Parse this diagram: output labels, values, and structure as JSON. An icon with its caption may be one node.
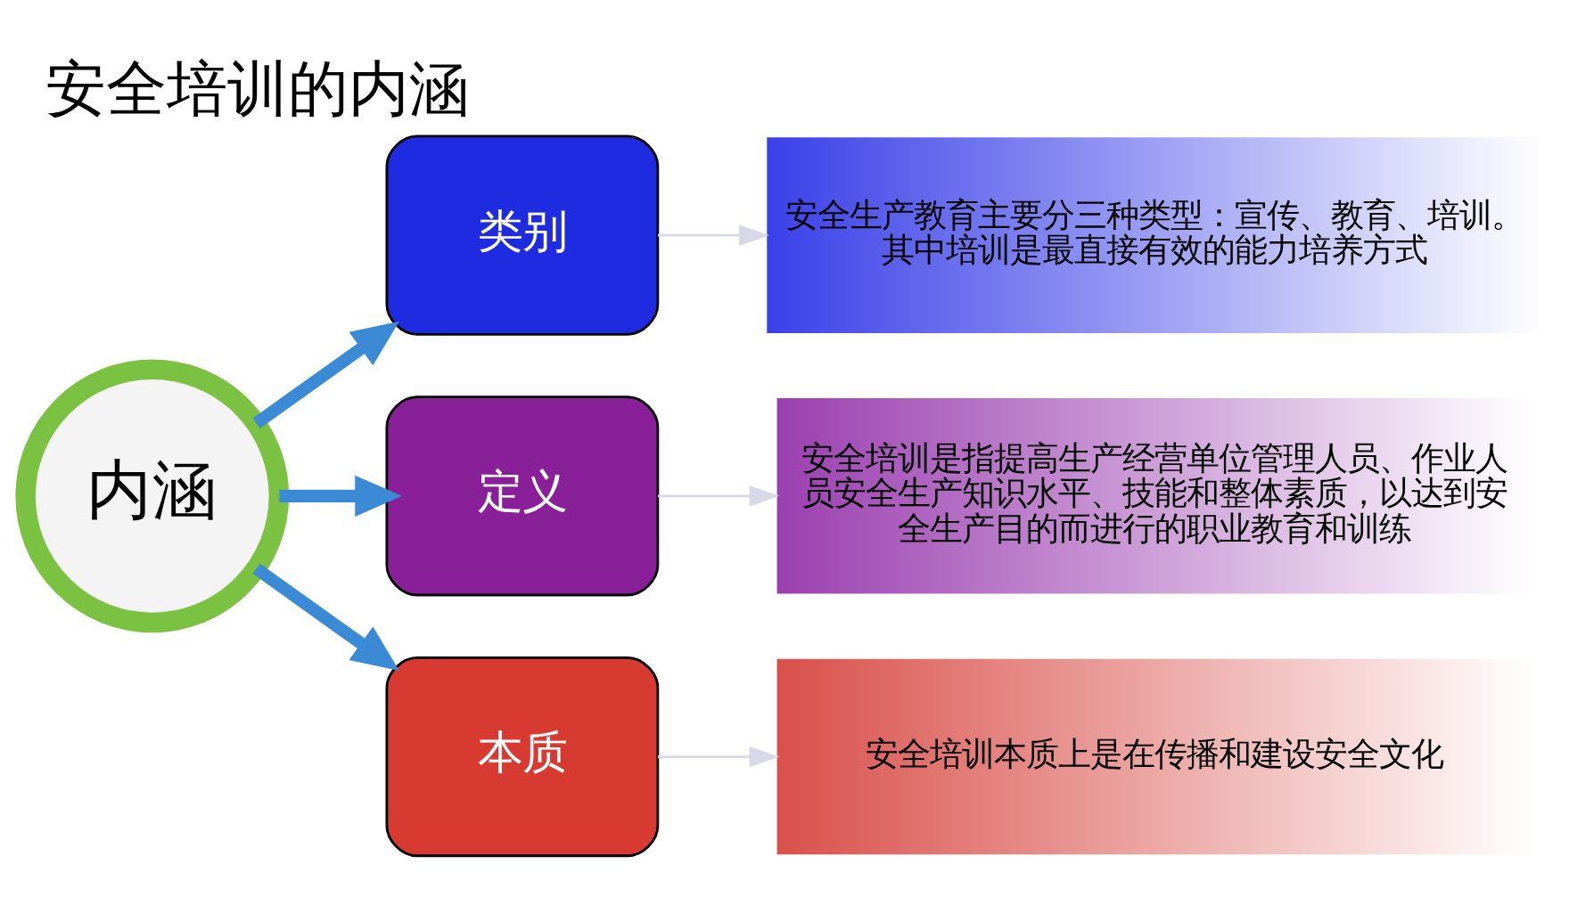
{
  "diagram": {
    "title": "安全培训的内涵",
    "nodes": [
      {
        "text": [
          "内涵"
        ]
      },
      {
        "text": [
          "类别"
        ]
      },
      {
        "text": [
          "安全生产教育主要分三种类型：宣传、教育、培训。其中培训是最直接有效的能力培养方式"
        ]
      },
      {
        "text": [
          "定义"
        ]
      },
      {
        "text": [
          "安全培训是指提高生产经营单位管理人员、作业人员安全生产知识水平、技能和整体素质，以达到安全生产目的而进行的职业教育和训练"
        ]
      },
      {
        "text": [
          "本质"
        ]
      },
      {
        "text": [
          "安全培训本质上是在传播和建设安全文化"
        ]
      }
    ],
    "edges": [
      {
        "from": 0,
        "to": 1,
        "arrow": "to",
        "style": "thick",
        "color": "#3a8ad6"
      },
      {
        "from": 0,
        "to": 3,
        "arrow": "to",
        "style": "thick",
        "color": "#3a8ad6"
      },
      {
        "from": 0,
        "to": 5,
        "arrow": "to",
        "style": "thick",
        "color": "#3a8ad6"
      },
      {
        "from": 1,
        "to": 2,
        "arrow": "to",
        "color": "#d8d8e8"
      },
      {
        "from": 3,
        "to": 4,
        "arrow": "to",
        "color": "#d8d8e8"
      },
      {
        "from": 5,
        "to": 6,
        "arrow": "to",
        "color": "#d8d8e8"
      }
    ]
  }
}
